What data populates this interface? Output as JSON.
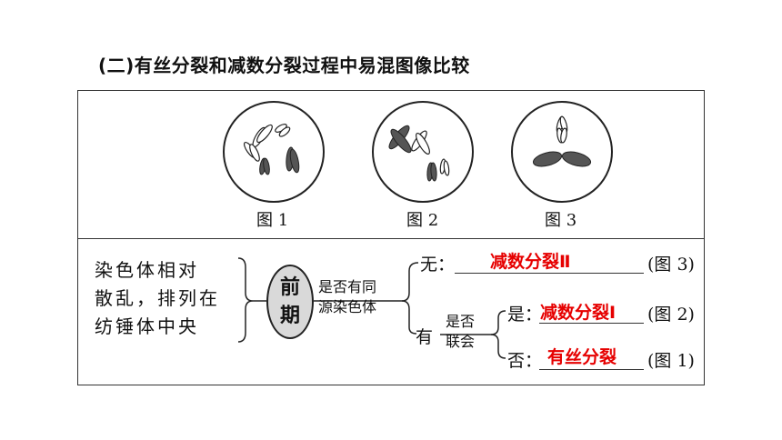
{
  "title": "(二)有丝分裂和减数分裂过程中易混图像比较",
  "figures": [
    {
      "label": "图 1"
    },
    {
      "label": "图 2"
    },
    {
      "label": "图 3"
    }
  ],
  "condition": {
    "line1": "染色体相对",
    "line2": "散乱，排列在",
    "line3": "纺锤体中央"
  },
  "stage": {
    "line1": "前",
    "line2": "期"
  },
  "question1": {
    "line1": "是否有同",
    "line2": "源染色体"
  },
  "branch_no": {
    "prefix": "无：",
    "answer": "减数分裂Ⅱ",
    "ref": "(图 3)"
  },
  "branch_yes": {
    "prefix": "有"
  },
  "question2": {
    "line1": "是否",
    "line2": "联会"
  },
  "sub_yes": {
    "prefix": "是：",
    "answer": "减数分裂Ⅰ",
    "ref": "(图 2)"
  },
  "sub_no": {
    "prefix": "否：",
    "answer": "有丝分裂",
    "ref": "(图 1)"
  },
  "colors": {
    "answer": "#e60000",
    "oval_fill": "#d9d9d9"
  }
}
